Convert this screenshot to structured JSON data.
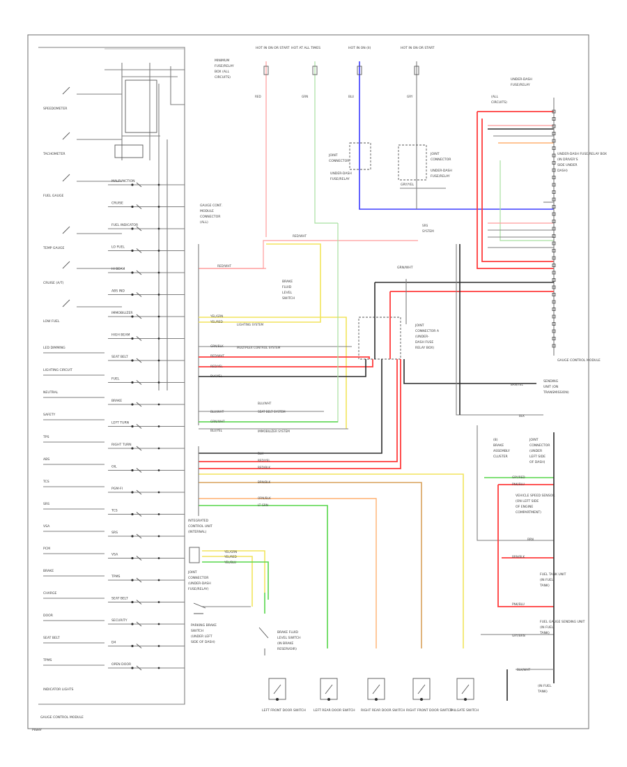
{
  "left_panel": {
    "gauges": [
      {
        "name": "SPEEDOMETER"
      },
      {
        "name": "TACHOMETER"
      },
      {
        "name": "FUEL GAUGE"
      },
      {
        "name": "TEMP GAUGE"
      },
      {
        "name": "CRUISE (A/T)"
      },
      {
        "name": "LOW FUEL"
      }
    ],
    "left_labels": [
      "LED DIMMING",
      "LIGHTING CIRCUIT",
      "NEUTRAL",
      "SAFETY",
      "TPS",
      "ABS",
      "TCS",
      "SRS",
      "VSA",
      "PCM",
      "BRAKE",
      "CHARGE",
      "DOOR",
      "SEAT BELT",
      "TPMS"
    ],
    "indicators": [
      "MALFUNCTION",
      "CRUISE",
      "FUEL INDICATOR",
      "LO FUEL",
      "HI BEAM",
      "ABS IND",
      "IMMOBILIZER",
      "HIGH BEAM",
      "SEAT BELT",
      "FUEL",
      "BRAKE",
      "LEFT TURN",
      "RIGHT TURN",
      "OIL",
      "PGM-FI",
      "TCS",
      "SRS",
      "VSA",
      "TPMS",
      "SEAT BELT",
      "SECURITY",
      "D4",
      "OPEN DOOR"
    ],
    "footer": "GAUGE CONTROL MODULE",
    "bottom_left": "INDICATOR LIGHTS",
    "corner": "Power"
  },
  "top_feeds": [
    {
      "label": "HOT IN ON OR START"
    },
    {
      "label": "HOT AT ALL TIMES"
    },
    {
      "label": "HOT IN ON (II)"
    },
    {
      "label": "HOT IN ON OR START"
    }
  ],
  "right_connectors": [
    "UNDER-DASH FUSE/RELAY BOX",
    "GAUGE CONTROL MODULE",
    "VEHICLE SPEED SENSOR",
    "FUEL TANK UNIT",
    "FUEL GAUGE SENDING UNIT"
  ],
  "bottom_switches": [
    {
      "label": "LEFT FRONT DOOR SWITCH"
    },
    {
      "label": "LEFT REAR DOOR SWITCH"
    },
    {
      "label": "RIGHT REAR DOOR SWITCH"
    },
    {
      "label": "RIGHT FRONT DOOR SWITCH"
    },
    {
      "label": "TAILGATE SWITCH"
    }
  ],
  "colors": {
    "red": "#ff3b3b",
    "pink": "#ff9a9a",
    "blue": "#3b3bff",
    "yellow": "#f2e45c",
    "green": "#56d64a",
    "brown": "#d9a25c",
    "black": "#2b2b2b",
    "gray": "#7d7d7d"
  }
}
